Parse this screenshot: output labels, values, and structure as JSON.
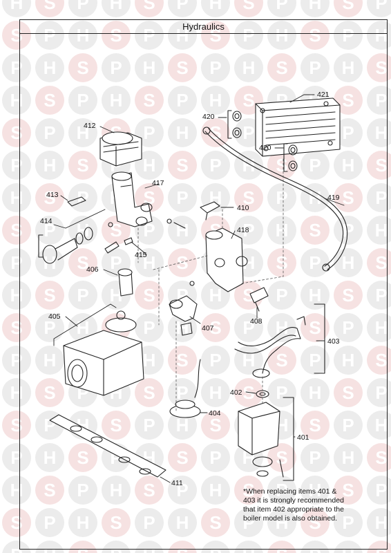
{
  "title": "Hydraulics",
  "watermark": {
    "letters": [
      "H",
      "S",
      "P"
    ],
    "colors": {
      "H": "#ececec",
      "S": "#f6e2e2",
      "P": "#ececec",
      "letter": "#ffffff"
    }
  },
  "callouts": {
    "c401": "401",
    "c402": "402",
    "c403": "403",
    "c404": "404",
    "c405": "405",
    "c406": "406",
    "c407": "407",
    "c408": "408",
    "c410": "410",
    "c411": "411",
    "c412": "412",
    "c413": "413",
    "c414": "414",
    "c415": "415",
    "c417": "417",
    "c418": "418",
    "c419": "419",
    "c420a": "420",
    "c420b": "420",
    "c421": "421"
  },
  "note_lines": [
    "*When replacing items 401 &",
    "403 it is strongly recommended",
    "that item 402 appropriate to the",
    "boiler model is also obtained."
  ]
}
